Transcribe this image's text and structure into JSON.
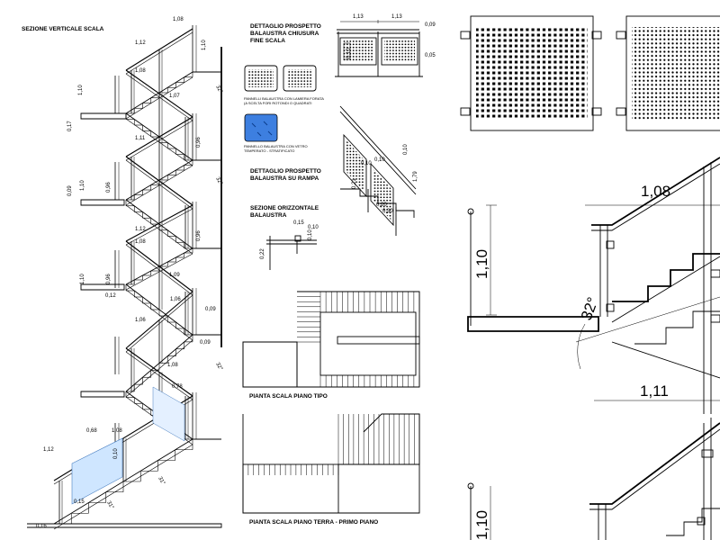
{
  "titles": {
    "section": "SEZIONE VERTICALE  SCALA",
    "detail_end": [
      "DETTAGLIO PROSPETTO",
      "BALAUSTRA CHIUSURA",
      "FINE SCALA"
    ],
    "panel_perforated": [
      "PANNELLI BALAUSTRA CON LAMIERA FORATA",
      "(A SCELTA FORI ROTONDI O QUADRATI"
    ],
    "panel_glass": [
      "PANNELLO BALAUSTRA CON VETRO",
      "TEMPERATO - STRATIFICATO"
    ],
    "detail_ramp": [
      "DETTAGLIO PROSPETTO",
      "BALAUSTRA SU RAMPA"
    ],
    "section_horizontal": [
      "SEZIONE ORIZZONTALE",
      "BALAUSTRA"
    ],
    "plan_typical": "PIANTA SCALA PIANO TIPO",
    "plan_ground": "PIANTA SCALA PIANO TERRA - PRIMO PIANO"
  },
  "dims_section": [
    "1,08",
    "1,12",
    "1,10",
    "1,08",
    "1,10",
    "1,07",
    "0,17",
    "1,11",
    "0,96",
    "32°",
    "0,09",
    "1,10",
    "0,96",
    "32°",
    "1,12",
    "1,08",
    "0,96",
    "1,10",
    "0,96",
    "1,09",
    "0,12",
    "1,06",
    "0,09",
    "1,06",
    "0,09",
    "1,08",
    "32°",
    "0,78",
    "1,12",
    "0,68",
    "0,10",
    "0,15",
    "31°",
    "0,16",
    "1,08",
    "31°"
  ],
  "dims_detail_end": [
    "1,13",
    "1,13",
    "0,09",
    "0,05",
    "0,10"
  ],
  "dims_detail_ramp": [
    "0,10",
    "0,10",
    "0,21",
    "0,20",
    "0,30",
    "0,10",
    "1,79"
  ],
  "dims_horizontal": [
    "0,15",
    "0,10",
    "0,10",
    "0,22"
  ],
  "dims_zoom": [
    "1,08",
    "1,10",
    "32°",
    "1,11",
    "1,10"
  ],
  "colors": {
    "line": "#000000",
    "glass": "#3d7fe0",
    "background": "#ffffff"
  }
}
